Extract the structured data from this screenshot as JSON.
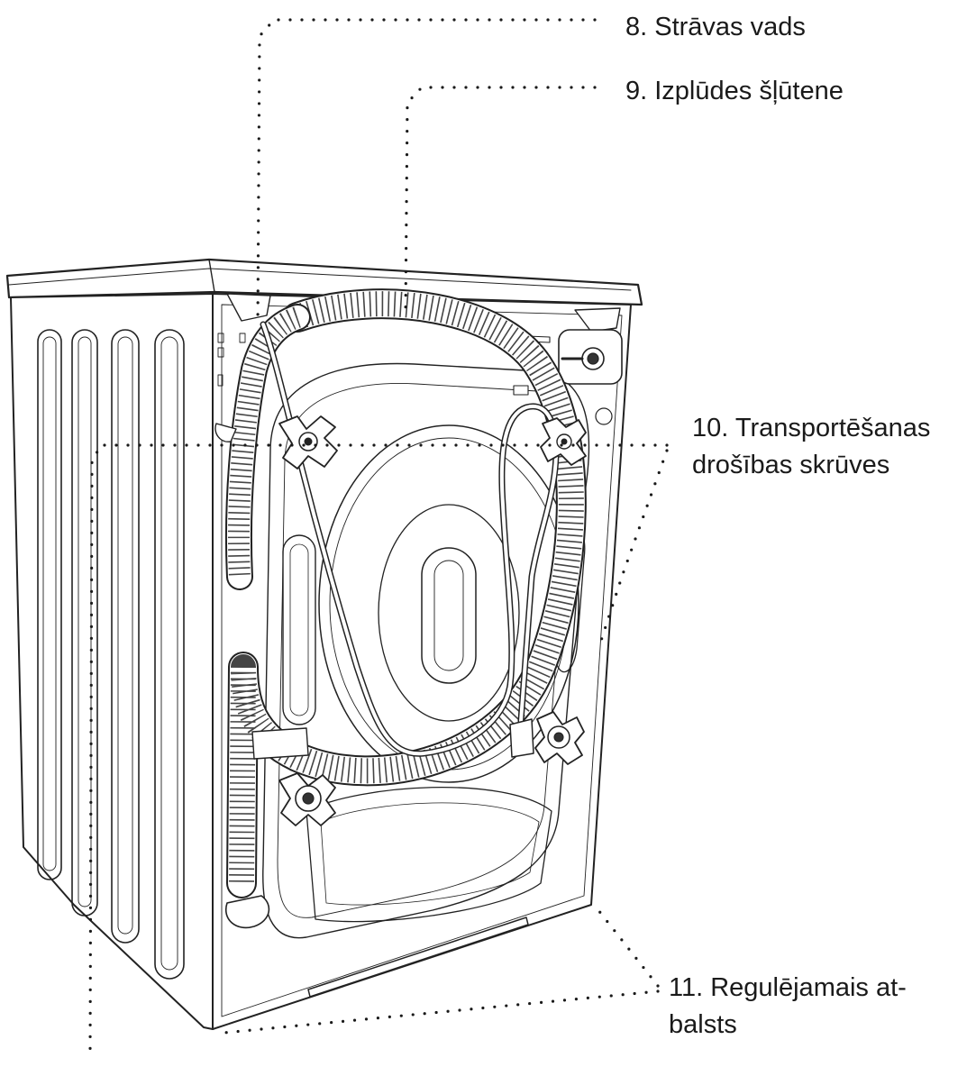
{
  "labels": {
    "power_cord": "8. Strāvas vads",
    "drain_hose": "9. Izplūdes šļūtene",
    "transport_bolts_line1": "10. Transportēšanas",
    "transport_bolts_line2": "drošības skrūves",
    "adjustable_foot_line1": "11. Regulējamais at-",
    "adjustable_foot_line2": "balsts"
  }
}
